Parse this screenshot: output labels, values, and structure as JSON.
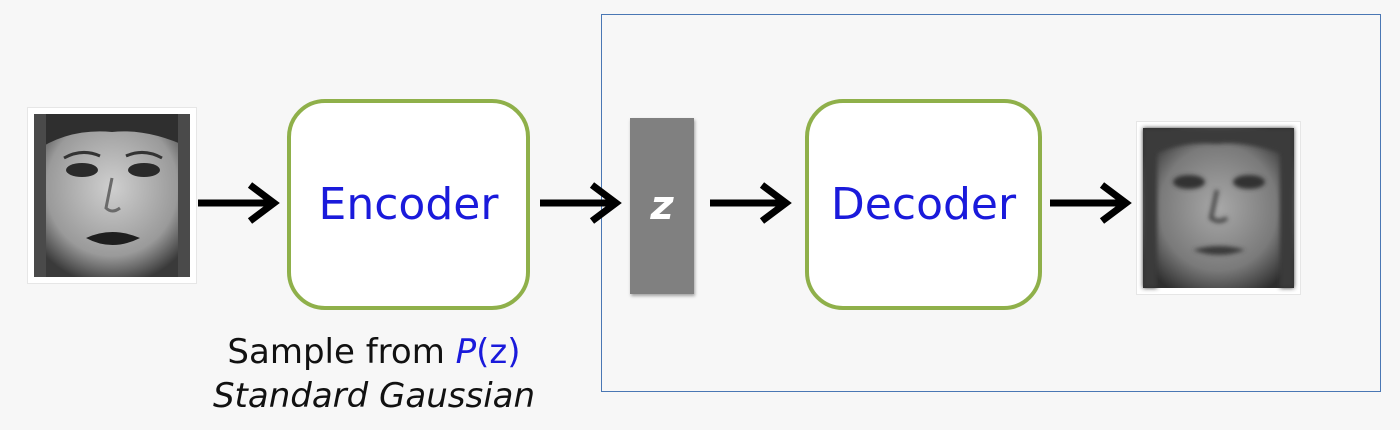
{
  "encoder": {
    "label": "Encoder"
  },
  "decoder": {
    "label": "Decoder"
  },
  "latent": {
    "label": "z"
  },
  "caption": {
    "prefix": "Sample from ",
    "p_symbol": "P",
    "p_argument": "(z)",
    "line2": "Standard Gaussian"
  },
  "colors": {
    "block_border": "#8fb04a",
    "block_text": "#1a1adb",
    "latent_fill": "#808080",
    "frame_border": "#4a77b4",
    "arrow": "#000000"
  },
  "images": {
    "input_face": "grayscale-face-photo-input",
    "output_face": "grayscale-face-photo-reconstructed"
  }
}
